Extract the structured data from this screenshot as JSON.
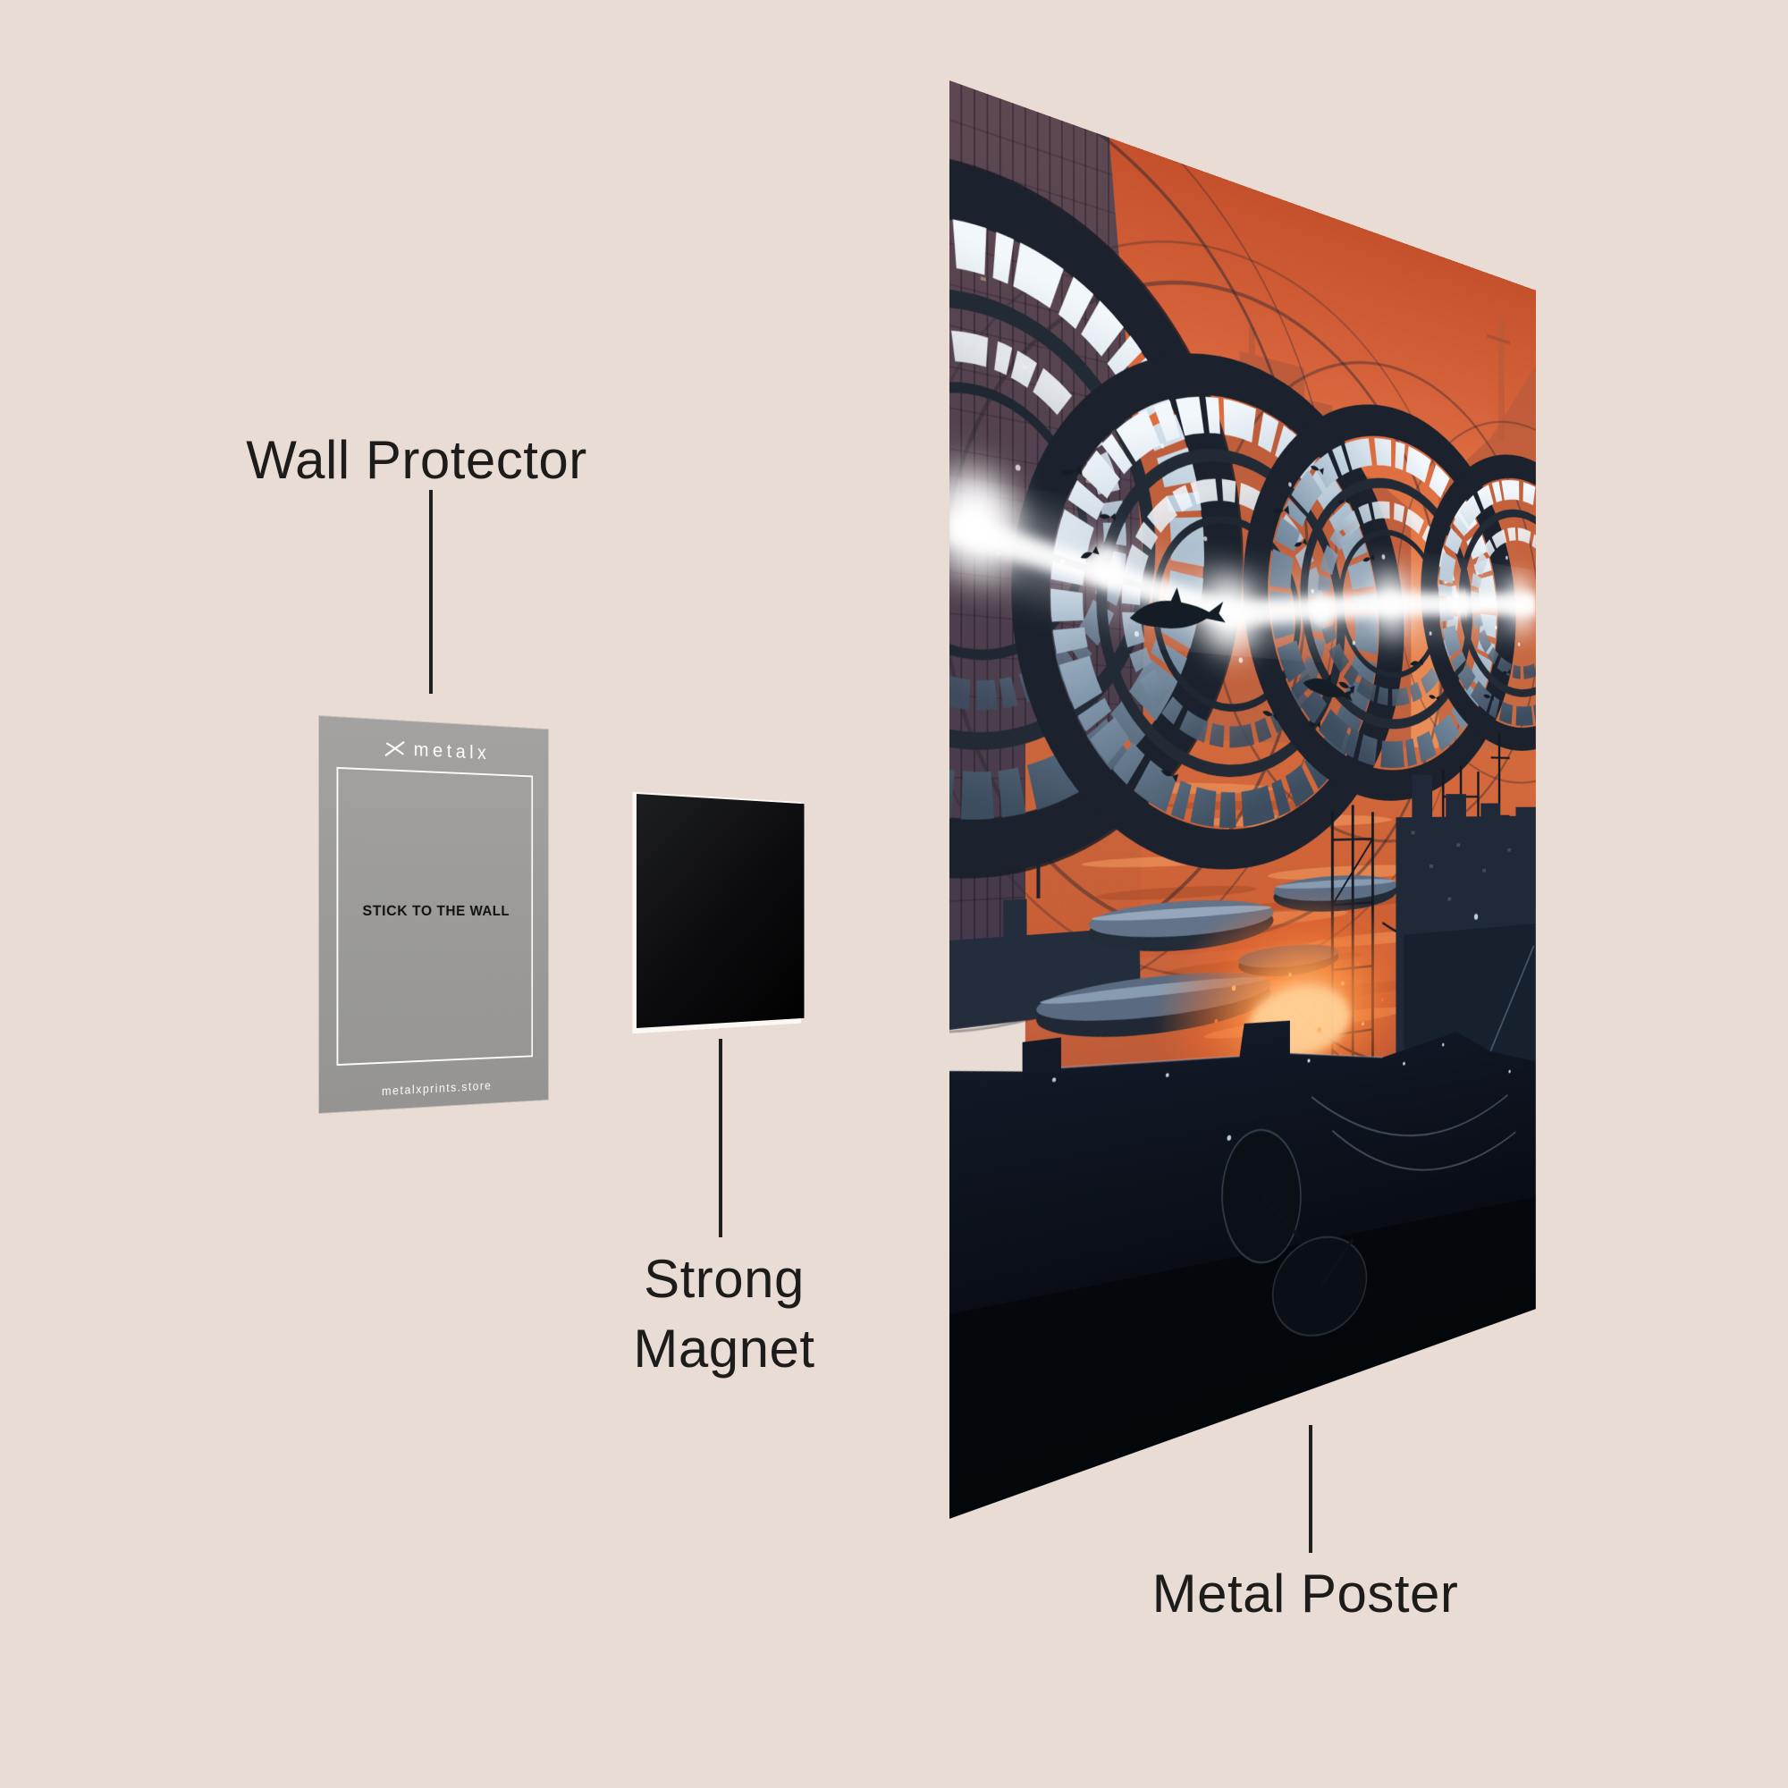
{
  "page": {
    "background_color": "#e8dcd4",
    "label_color": "#1e1c1b",
    "connector_color": "#211f1e"
  },
  "annotations": {
    "wall_protector": {
      "label": "Wall Protector"
    },
    "strong_magnet": {
      "label_line1": "Strong",
      "label_line2": "Magnet"
    },
    "metal_poster": {
      "label": "Metal Poster"
    }
  },
  "wall_protector_card": {
    "brand": "metalx",
    "brand_icon": "metalx-logo-icon",
    "center_text": "STICK TO THE WALL",
    "footer_text": "metalxprints.store",
    "card_color": "#9b9a98",
    "text_color_center": "#121212",
    "text_color_footer": "#fbfbfa"
  },
  "magnet": {
    "color": "#0b0b0d",
    "edge_color": "#fbf8f3"
  },
  "poster": {
    "artwork_subject": "futuristic industrial city with giant metallic rings, white light beam, fish silhouettes, orange sky and ember-lit waterfront",
    "colors": {
      "sky": "#e0743f",
      "shadow_buildings": "#b85a3a",
      "left_tower": "#54424e",
      "ring_steel": "#8fa5b8",
      "ring_dark": "#1b222d",
      "beam": "#ffffff",
      "fire": "#f07a33",
      "industrial_dark": "#10161f"
    }
  }
}
